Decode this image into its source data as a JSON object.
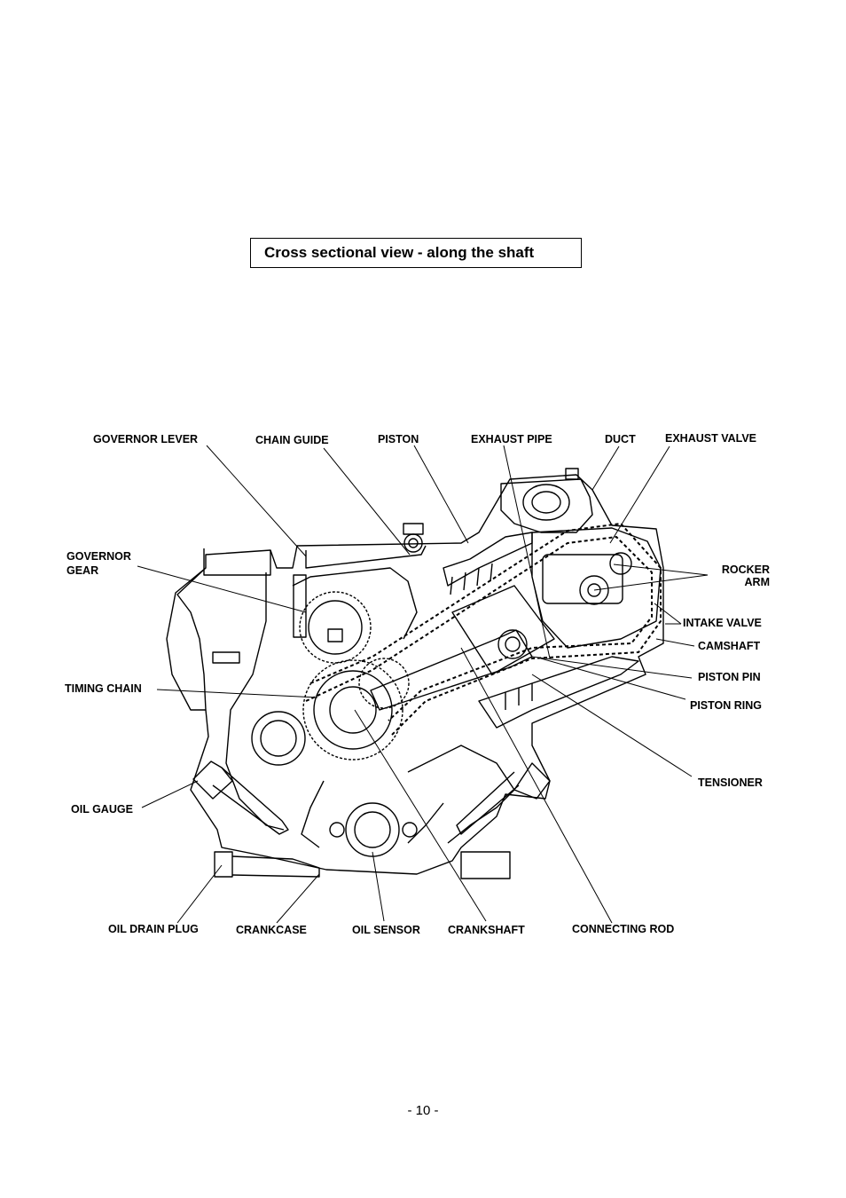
{
  "title": "Cross sectional view - along the shaft",
  "labels": {
    "governor_lever": "GOVERNOR LEVER",
    "chain_guide": "CHAIN GUIDE",
    "piston": "PISTON",
    "exhaust_pipe": "EXHAUST PIPE",
    "duct": "DUCT",
    "exhaust_valve": "EXHAUST VALVE",
    "governor_gear_1": "GOVERNOR",
    "governor_gear_2": "GEAR",
    "rocker_arm_1": "ROCKER",
    "rocker_arm_2": "ARM",
    "intake_valve": "INTAKE VALVE",
    "camshaft": "CAMSHAFT",
    "timing_chain": "TIMING CHAIN",
    "piston_pin": "PISTON PIN",
    "piston_ring": "PISTON RING",
    "tensioner": "TENSIONER",
    "oil_gauge": "OIL GAUGE",
    "oil_drain_plug": "OIL DRAIN PLUG",
    "crankcase": "CRANKCASE",
    "oil_sensor": "OIL SENSOR",
    "crankshaft": "CRANKSHAFT",
    "connecting_rod": "CONNECTING ROD"
  },
  "page_number": "- 10 -"
}
